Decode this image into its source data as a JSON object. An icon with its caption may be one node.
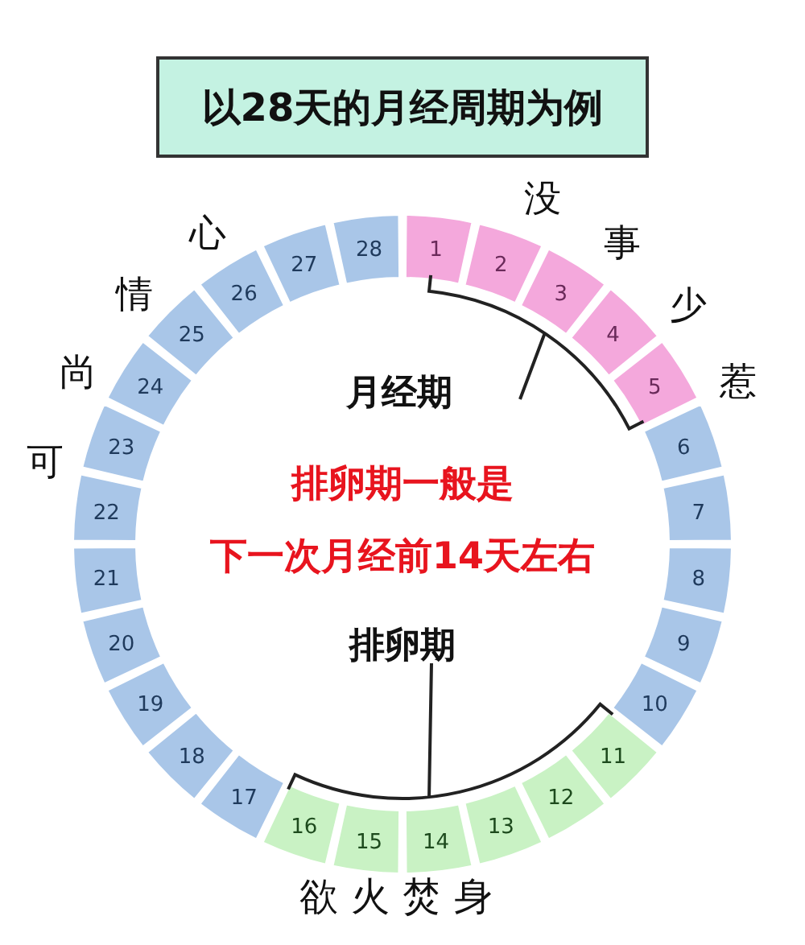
{
  "diagram": {
    "title": "以28天的月经周期为例",
    "nodes": [
      {
        "text": [
          "1"
        ]
      },
      {
        "text": [
          "2"
        ]
      },
      {
        "text": [
          "3"
        ]
      },
      {
        "text": [
          "4"
        ]
      },
      {
        "text": [
          "5"
        ]
      },
      {
        "text": [
          "6"
        ]
      },
      {
        "text": [
          "7"
        ]
      },
      {
        "text": [
          "8"
        ]
      },
      {
        "text": [
          "9"
        ]
      },
      {
        "text": [
          "10"
        ]
      },
      {
        "text": [
          "11"
        ]
      },
      {
        "text": [
          "12"
        ]
      },
      {
        "text": [
          "13"
        ]
      },
      {
        "text": [
          "14"
        ]
      },
      {
        "text": [
          "15"
        ]
      },
      {
        "text": [
          "16"
        ]
      },
      {
        "text": [
          "17"
        ]
      },
      {
        "text": [
          "18"
        ]
      },
      {
        "text": [
          "19"
        ]
      },
      {
        "text": [
          "20"
        ]
      },
      {
        "text": [
          "21"
        ]
      },
      {
        "text": [
          "22"
        ]
      },
      {
        "text": [
          "23"
        ]
      },
      {
        "text": [
          "24"
        ]
      },
      {
        "text": [
          "25"
        ]
      },
      {
        "text": [
          "26"
        ]
      },
      {
        "text": [
          "27"
        ]
      },
      {
        "text": [
          "28"
        ]
      }
    ],
    "edges": [],
    "labels": [
      "没事少惹",
      "心情尚可",
      "月经期",
      "排卵期一般是",
      "下一次月经前14天左右",
      "排卵期",
      "欲火焚身"
    ]
  }
}
